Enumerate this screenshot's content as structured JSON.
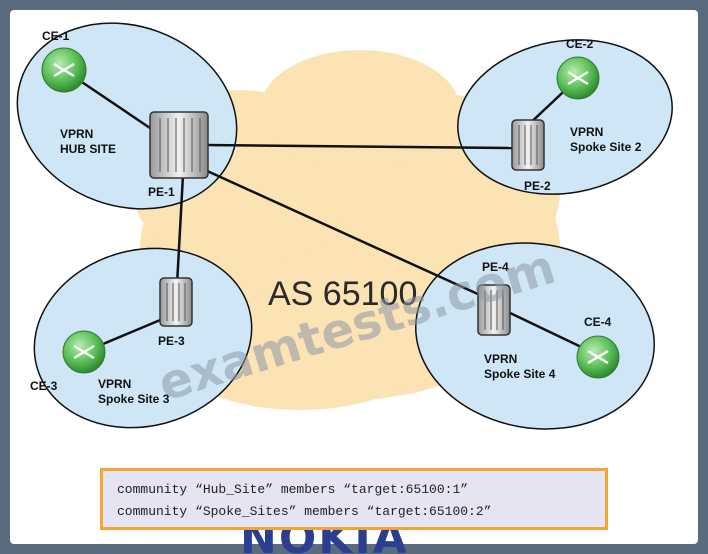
{
  "diagram": {
    "as_label": "AS 65100",
    "sites": {
      "hub": {
        "ce": "CE-1",
        "pe": "PE-1",
        "label_line1": "VPRN",
        "label_line2": "HUB SITE"
      },
      "spoke2": {
        "ce": "CE-2",
        "pe": "PE-2",
        "label_line1": "VPRN",
        "label_line2": "Spoke Site 2"
      },
      "spoke3": {
        "ce": "CE-3",
        "pe": "PE-3",
        "label_line1": "VPRN",
        "label_line2": "Spoke Site 3"
      },
      "spoke4": {
        "ce": "CE-4",
        "pe": "PE-4",
        "label_line1": "VPRN",
        "label_line2": "Spoke Site 4"
      }
    }
  },
  "config": {
    "lines": [
      "community “Hub_Site” members “target:65100:1”",
      "community “Spoke_Sites” members “target:65100:2”"
    ]
  },
  "watermark": "examtests.com",
  "logo": "NOKIA",
  "colors": {
    "site_fill": "#cfe6f6",
    "cloud_fill": "#fbe3b4",
    "router_fill": "#5cbf58",
    "config_border": "#f2a43a",
    "logo": "#2a3f8f"
  }
}
